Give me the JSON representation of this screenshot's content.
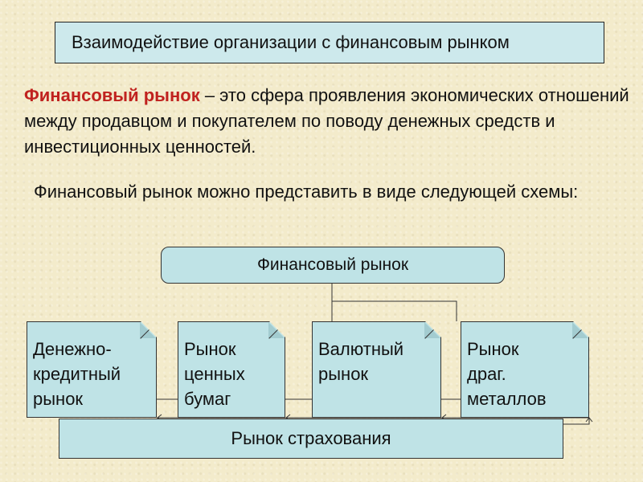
{
  "title": "Взаимодействие организации с финансовым рынком",
  "definition": {
    "term": "Финансовый рынок",
    "text": " – это сфера проявления экономических отношений между продавцом и покупателем по поводу денежных средств и инвестиционных ценностей."
  },
  "intro": "Финансовый рынок можно представить в виде следующей схемы:",
  "diagram": {
    "root": "Финансовый рынок",
    "markets": [
      {
        "label_lines": [
          "Денежно-",
          "кредитный",
          "рынок"
        ]
      },
      {
        "label_lines": [
          "Рынок",
          "ценных",
          "бумаг"
        ]
      },
      {
        "label_lines": [
          "Валютный",
          "рынок"
        ]
      },
      {
        "label_lines": [
          "Рынок",
          "драг.",
          "металлов"
        ]
      }
    ],
    "bottom": "Рынок страхования"
  },
  "colors": {
    "background": "#f3ebcb",
    "box_fill": "#bfe3e6",
    "title_fill": "#cde9ec",
    "term_color": "#c0221f"
  }
}
